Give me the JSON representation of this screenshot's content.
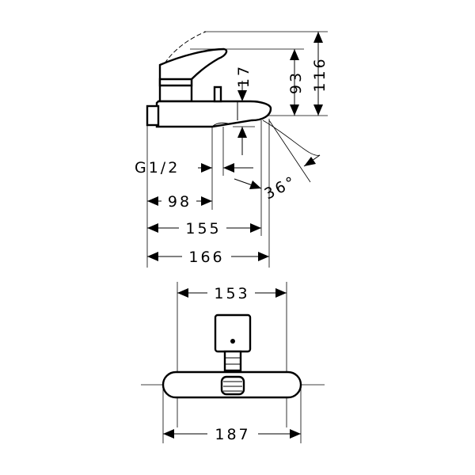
{
  "dimensions": {
    "height_total": "116",
    "height_body": "93",
    "spout_drop": "17",
    "thread": "G1/2",
    "angle": "36°",
    "d98": "98",
    "d155": "155",
    "d166": "166",
    "d153": "153",
    "d187": "187"
  }
}
